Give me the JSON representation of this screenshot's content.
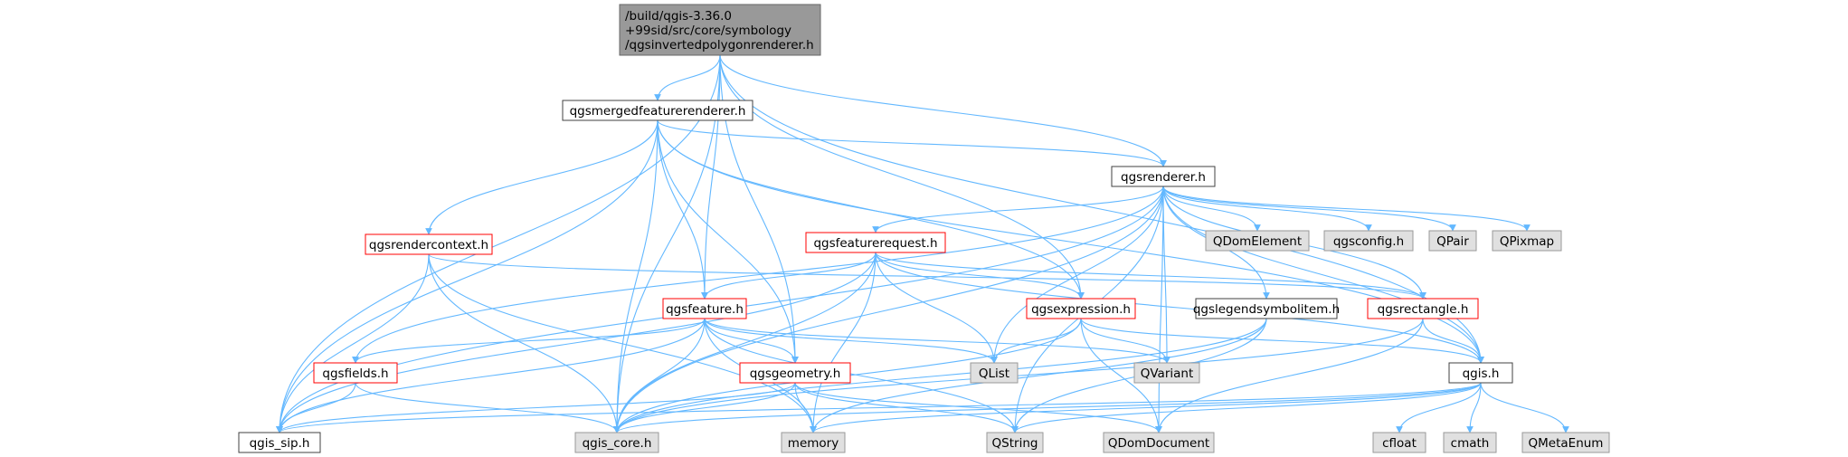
{
  "diagram": {
    "colors": {
      "edge": "#63b8ff",
      "root_fill": "#999999",
      "root_stroke": "#666666",
      "normal_fill": "#ffffff",
      "normal_stroke": "#404040",
      "red_stroke": "#ff0000",
      "external_fill": "#e0e0e0",
      "external_stroke": "#999999"
    },
    "nodes": [
      {
        "id": "root",
        "kind": "root",
        "lines": [
          "/build/qgis-3.36.0",
          "+99sid/src/core/symbology",
          "/qgsinvertedpolygonrenderer.h"
        ]
      },
      {
        "id": "mergedfeaturerenderer",
        "kind": "normal",
        "lines": [
          "qgsmergedfeaturerenderer.h"
        ]
      },
      {
        "id": "renderer",
        "kind": "normal",
        "lines": [
          "qgsrenderer.h"
        ]
      },
      {
        "id": "rendercontext",
        "kind": "red",
        "lines": [
          "qgsrendercontext.h"
        ]
      },
      {
        "id": "featurerequest",
        "kind": "red",
        "lines": [
          "qgsfeaturerequest.h"
        ]
      },
      {
        "id": "domelement",
        "kind": "external",
        "lines": [
          "QDomElement"
        ]
      },
      {
        "id": "qgsconfig",
        "kind": "external",
        "lines": [
          "qgsconfig.h"
        ]
      },
      {
        "id": "qpair",
        "kind": "external",
        "lines": [
          "QPair"
        ]
      },
      {
        "id": "qpixmap",
        "kind": "external",
        "lines": [
          "QPixmap"
        ]
      },
      {
        "id": "feature",
        "kind": "red",
        "lines": [
          "qgsfeature.h"
        ]
      },
      {
        "id": "expression",
        "kind": "red",
        "lines": [
          "qgsexpression.h"
        ]
      },
      {
        "id": "legendsymbolitem",
        "kind": "normal",
        "lines": [
          "qgslegendsymbolitem.h"
        ]
      },
      {
        "id": "rectangle",
        "kind": "red",
        "lines": [
          "qgsrectangle.h"
        ]
      },
      {
        "id": "fields",
        "kind": "red",
        "lines": [
          "qgsfields.h"
        ]
      },
      {
        "id": "geometry",
        "kind": "red",
        "lines": [
          "qgsgeometry.h"
        ]
      },
      {
        "id": "qlist",
        "kind": "external",
        "lines": [
          "QList"
        ]
      },
      {
        "id": "qvariant",
        "kind": "external",
        "lines": [
          "QVariant"
        ]
      },
      {
        "id": "qgis",
        "kind": "normal",
        "lines": [
          "qgis.h"
        ]
      },
      {
        "id": "qgis_sip",
        "kind": "normal",
        "lines": [
          "qgis_sip.h"
        ]
      },
      {
        "id": "qgis_core",
        "kind": "external",
        "lines": [
          "qgis_core.h"
        ]
      },
      {
        "id": "memory",
        "kind": "external",
        "lines": [
          "memory"
        ]
      },
      {
        "id": "qstring",
        "kind": "external",
        "lines": [
          "QString"
        ]
      },
      {
        "id": "qdomdocument",
        "kind": "external",
        "lines": [
          "QDomDocument"
        ]
      },
      {
        "id": "cfloat",
        "kind": "external",
        "lines": [
          "cfloat"
        ]
      },
      {
        "id": "cmath",
        "kind": "external",
        "lines": [
          "cmath"
        ]
      },
      {
        "id": "qmetaenum",
        "kind": "external",
        "lines": [
          "QMetaEnum"
        ]
      }
    ],
    "edges": [
      [
        "root",
        "mergedfeaturerenderer"
      ],
      [
        "root",
        "renderer"
      ],
      [
        "root",
        "feature"
      ],
      [
        "root",
        "expression"
      ],
      [
        "root",
        "geometry"
      ],
      [
        "root",
        "qgis"
      ],
      [
        "root",
        "qgis_sip"
      ],
      [
        "root",
        "qgis_core"
      ],
      [
        "mergedfeaturerenderer",
        "renderer"
      ],
      [
        "mergedfeaturerenderer",
        "rendercontext"
      ],
      [
        "mergedfeaturerenderer",
        "feature"
      ],
      [
        "mergedfeaturerenderer",
        "expression"
      ],
      [
        "mergedfeaturerenderer",
        "geometry"
      ],
      [
        "mergedfeaturerenderer",
        "qgis"
      ],
      [
        "mergedfeaturerenderer",
        "qgis_sip"
      ],
      [
        "mergedfeaturerenderer",
        "qgis_core"
      ],
      [
        "renderer",
        "featurerequest"
      ],
      [
        "renderer",
        "domelement"
      ],
      [
        "renderer",
        "qgsconfig"
      ],
      [
        "renderer",
        "qpair"
      ],
      [
        "renderer",
        "qpixmap"
      ],
      [
        "renderer",
        "legendsymbolitem"
      ],
      [
        "renderer",
        "rectangle"
      ],
      [
        "renderer",
        "fields"
      ],
      [
        "renderer",
        "qlist"
      ],
      [
        "renderer",
        "qvariant"
      ],
      [
        "renderer",
        "qgis"
      ],
      [
        "renderer",
        "qgis_sip"
      ],
      [
        "renderer",
        "qgis_core"
      ],
      [
        "renderer",
        "qstring"
      ],
      [
        "renderer",
        "qdomdocument"
      ],
      [
        "rendercontext",
        "rectangle"
      ],
      [
        "rendercontext",
        "qgis_sip"
      ],
      [
        "rendercontext",
        "qgis_core"
      ],
      [
        "rendercontext",
        "memory"
      ],
      [
        "featurerequest",
        "feature"
      ],
      [
        "featurerequest",
        "expression"
      ],
      [
        "featurerequest",
        "rectangle"
      ],
      [
        "featurerequest",
        "qlist"
      ],
      [
        "featurerequest",
        "qgis"
      ],
      [
        "featurerequest",
        "qgis_sip"
      ],
      [
        "featurerequest",
        "qgis_core"
      ],
      [
        "featurerequest",
        "memory"
      ],
      [
        "feature",
        "fields"
      ],
      [
        "feature",
        "geometry"
      ],
      [
        "feature",
        "qlist"
      ],
      [
        "feature",
        "qvariant"
      ],
      [
        "feature",
        "qgis_sip"
      ],
      [
        "feature",
        "qgis_core"
      ],
      [
        "feature",
        "memory"
      ],
      [
        "feature",
        "qstring"
      ],
      [
        "expression",
        "qlist"
      ],
      [
        "expression",
        "qvariant"
      ],
      [
        "expression",
        "qgis"
      ],
      [
        "expression",
        "qgis_core"
      ],
      [
        "expression",
        "qdomdocument"
      ],
      [
        "legendsymbolitem",
        "qgis_core"
      ],
      [
        "legendsymbolitem",
        "memory"
      ],
      [
        "legendsymbolitem",
        "qstring"
      ],
      [
        "rectangle",
        "qgis"
      ],
      [
        "rectangle",
        "qgis_core"
      ],
      [
        "rectangle",
        "qdomdocument"
      ],
      [
        "fields",
        "qgis_sip"
      ],
      [
        "fields",
        "qgis_core"
      ],
      [
        "geometry",
        "qgis_sip"
      ],
      [
        "geometry",
        "qgis_core"
      ],
      [
        "geometry",
        "memory"
      ],
      [
        "geometry",
        "qstring"
      ],
      [
        "geometry",
        "qdomdocument"
      ],
      [
        "qgis",
        "qgis_sip"
      ],
      [
        "qgis",
        "qgis_core"
      ],
      [
        "qgis",
        "memory"
      ],
      [
        "qgis",
        "qstring"
      ],
      [
        "qgis",
        "cfloat"
      ],
      [
        "qgis",
        "cmath"
      ],
      [
        "qgis",
        "qmetaenum"
      ]
    ]
  }
}
